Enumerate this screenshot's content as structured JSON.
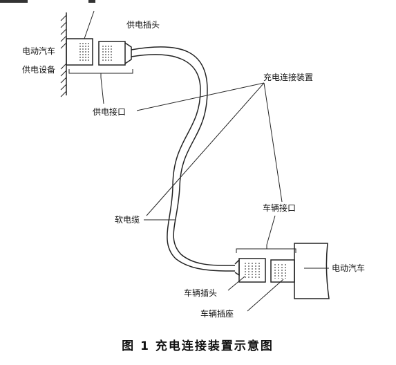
{
  "labels": {
    "ev_supply_line1": "电动汽车",
    "ev_supply_line2": "供电设备",
    "supply_plug": "供电插头",
    "supply_interface": "供电接口",
    "charging_connector": "充电连接装置",
    "cable": "软电缆",
    "vehicle_interface": "车辆接口",
    "electric_vehicle": "电动汽车",
    "vehicle_plug": "车辆插头",
    "vehicle_socket": "车辆插座"
  },
  "caption": "图 1  充电连接装置示意图"
}
